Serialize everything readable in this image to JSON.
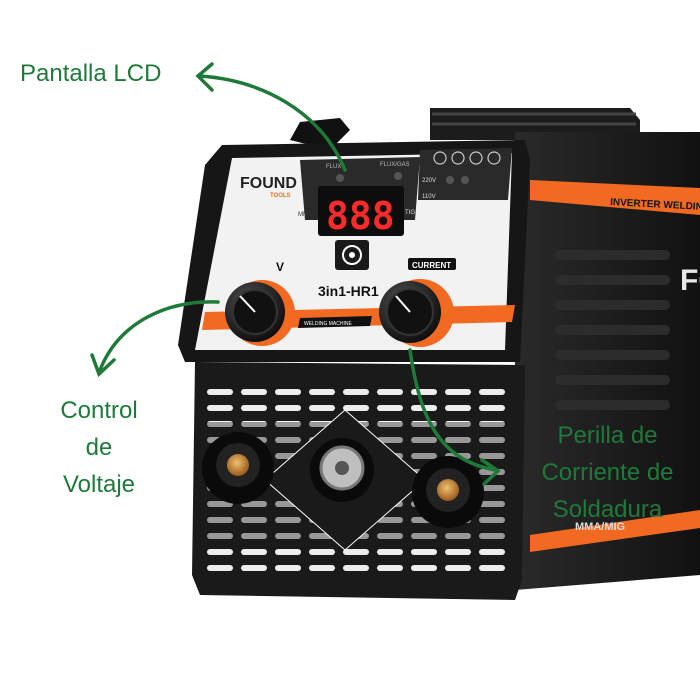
{
  "callouts": {
    "lcd": "Pantalla LCD",
    "voltage": [
      "Control",
      "de",
      "Voltaje"
    ],
    "current": [
      "Perilla de",
      "Corriente de",
      "Soldadura"
    ]
  },
  "machine": {
    "brand": "FOUND",
    "brand_sub": "TOOLS",
    "model": "3in1-HR1",
    "side_band": "INVERTER WELDING MAC",
    "side_brand": "FO",
    "side_mode": "MMA/MIG",
    "lcd_value": "888",
    "panel_labels": {
      "flux_left": "FLUX",
      "flux_right": "FLUX/GAS",
      "mma": "MMA",
      "tig": "TIG",
      "v220": "220V",
      "v110": "110V",
      "volt_knob": "V",
      "current_knob": "CURRENT",
      "strip": "WELDING MACHINE"
    }
  },
  "colors": {
    "callout_green": "#1f7a3a",
    "accent_orange": "#f26a21",
    "body_black": "#1a1a1a",
    "lcd_red": "#ff2a2a"
  }
}
